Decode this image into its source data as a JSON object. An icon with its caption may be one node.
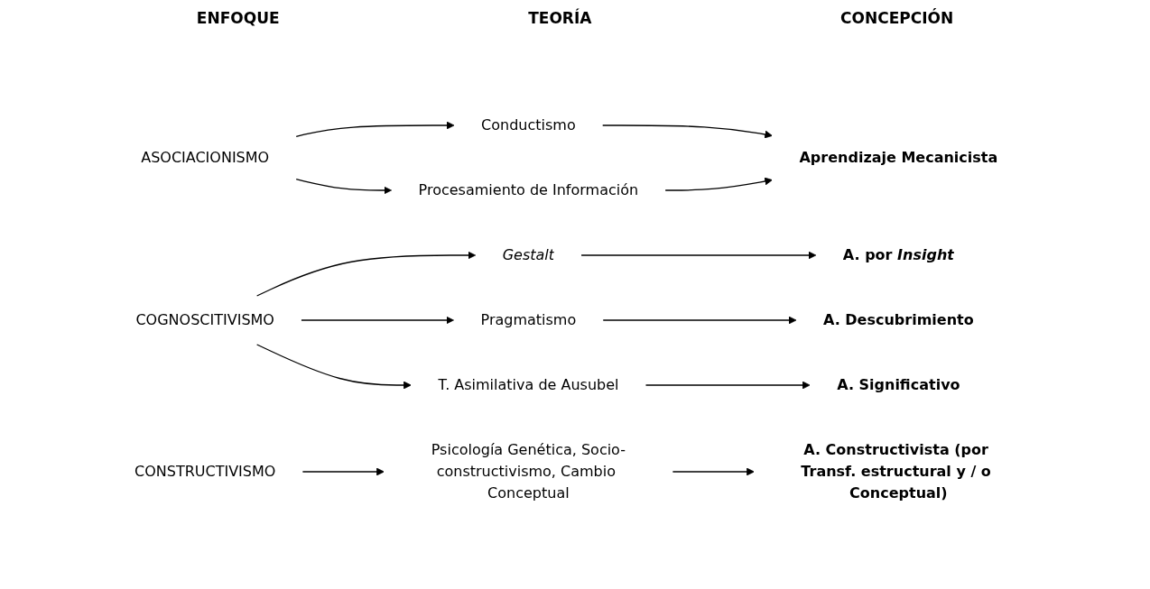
{
  "diagram": {
    "nodes": [
      {
        "text": [
          "ASOCIACIONISMO"
        ]
      },
      {
        "text": [
          "Conductismo"
        ]
      },
      {
        "text": [
          "Procesamiento de Información"
        ]
      },
      {
        "text": [
          "Aprendizaje Mecanicista"
        ]
      },
      {
        "text": [
          "COGNOSCITIVISMO"
        ]
      },
      {
        "text": [
          "Gestalt"
        ]
      },
      {
        "text": [
          "Pragmatismo"
        ]
      },
      {
        "text": [
          "T. Asimilativa de Ausubel"
        ]
      },
      {
        "text": [
          "A. por *Insight*"
        ]
      },
      {
        "text": [
          "A. Descubrimiento"
        ]
      },
      {
        "text": [
          "A. Significativo"
        ]
      },
      {
        "text": [
          "CONSTRUCTIVISMO"
        ]
      },
      {
        "text": [
          "Psicología Genética, Socio-constructivismo, Cambio Conceptual"
        ]
      },
      {
        "text": [
          "A. Constructivista (por Transf. estructural y / o Conceptual)"
        ]
      }
    ],
    "edges": [
      {
        "from": 0,
        "to": 1,
        "arrow": "to"
      },
      {
        "from": 0,
        "to": 2,
        "arrow": "to"
      },
      {
        "from": 1,
        "to": 3,
        "arrow": "to"
      },
      {
        "from": 2,
        "to": 3,
        "arrow": "to"
      },
      {
        "from": 4,
        "to": 5,
        "arrow": "to"
      },
      {
        "from": 4,
        "to": 6,
        "arrow": "to"
      },
      {
        "from": 4,
        "to": 7,
        "arrow": "to"
      },
      {
        "from": 5,
        "to": 8,
        "arrow": "to"
      },
      {
        "from": 6,
        "to": 9,
        "arrow": "to"
      },
      {
        "from": 7,
        "to": 10,
        "arrow": "to"
      },
      {
        "from": 11,
        "to": 12,
        "arrow": "to"
      },
      {
        "from": 12,
        "to": 13,
        "arrow": "to"
      }
    ],
    "labels": [
      "ENFOQUE",
      "TEORÍA",
      "CONCEPCIÓN"
    ]
  }
}
